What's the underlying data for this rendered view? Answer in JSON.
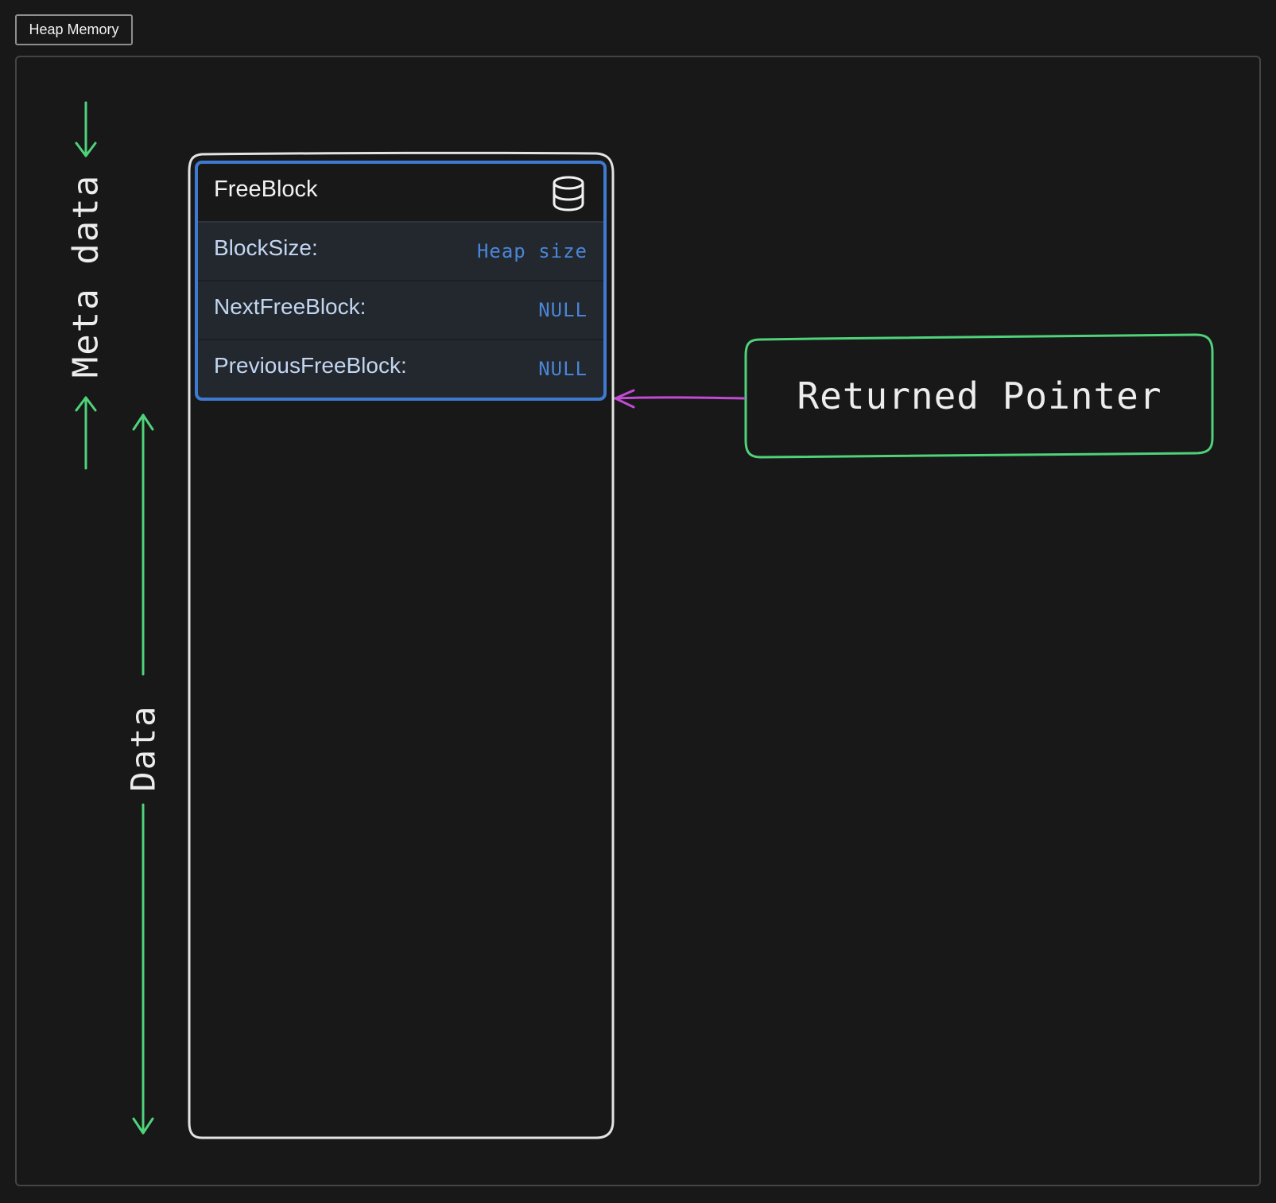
{
  "frame": {
    "label": "Heap Memory"
  },
  "labels": {
    "meta": "Meta data",
    "data": "Data"
  },
  "free_block": {
    "title": "FreeBlock",
    "icon": "database-icon",
    "fields": [
      {
        "label": "BlockSize:",
        "value": "Heap size"
      },
      {
        "label": "NextFreeBlock:",
        "value": "NULL"
      },
      {
        "label": "PreviousFreeBlock:",
        "value": "NULL"
      }
    ]
  },
  "pointer": {
    "label": "Returned Pointer"
  },
  "colors": {
    "background": "#181818",
    "card_border": "#3f7ad1",
    "arrow_green": "#4fd27a",
    "arrow_magenta": "#c24bd4",
    "outline": "#e3e3e3"
  }
}
